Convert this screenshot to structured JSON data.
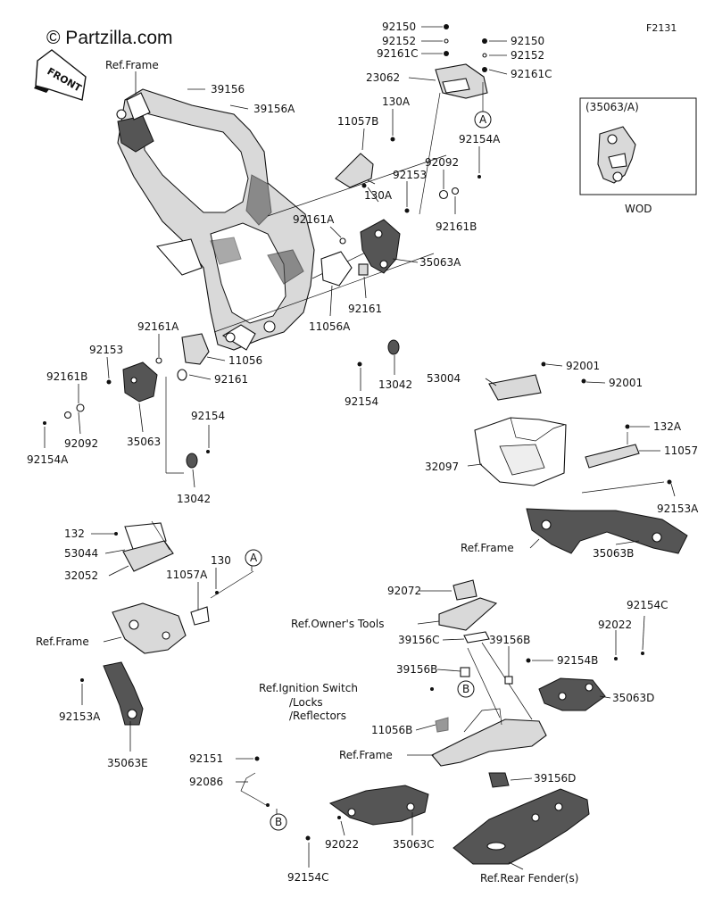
{
  "header": {
    "watermark": "© Partzilla.com",
    "figure_code": "F2131",
    "front_badge": "FRONT"
  },
  "inset": {
    "title": "(35063/A)",
    "caption": "WOD"
  },
  "callouts": [
    "A",
    "A",
    "B",
    "B"
  ],
  "labels": [
    "Ref.Frame",
    "39156",
    "39156A",
    "92150",
    "92152",
    "92161C",
    "23062",
    "92150",
    "92152",
    "92161C",
    "130A",
    "11057B",
    "92154A",
    "92092",
    "92153",
    "130A",
    "92161B",
    "92161A",
    "35063A",
    "11056A",
    "92161",
    "13042",
    "92154",
    "92161A",
    "92153",
    "11056",
    "92161B",
    "92161",
    "92092",
    "35063",
    "92154A",
    "92154",
    "13042",
    "92001",
    "53004",
    "92001",
    "132A",
    "11057",
    "32097",
    "92153A",
    "Ref.Frame",
    "35063B",
    "132",
    "53044",
    "32052",
    "130",
    "11057A",
    "Ref.Frame",
    "92153A",
    "35063E",
    "92072",
    "Ref.Owner's Tools",
    "39156C",
    "39156B",
    "92022",
    "92154C",
    "92154B",
    "39156B",
    "Ref.Ignition Switch",
    "/Locks",
    "/Reflectors",
    "35063D",
    "11056B",
    "Ref.Frame",
    "39156D",
    "92151",
    "92086",
    "92022",
    "35063C",
    "92154C",
    "Ref.Rear Fender(s)"
  ]
}
